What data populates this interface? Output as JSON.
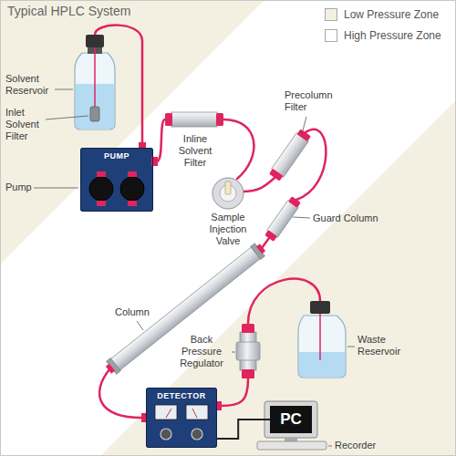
{
  "diagram": {
    "title": "Typical HPLC System",
    "nodes": [
      {
        "text": [
          "PUMP"
        ]
      },
      {
        "text": [
          "DETECTOR"
        ]
      },
      {
        "text": [
          "PC"
        ]
      }
    ],
    "edges": [
      {
        "from": 1,
        "to": 2,
        "arrow": "none"
      }
    ],
    "labels": [
      "Solvent Reservoir",
      "Inlet Solvent Filter",
      "Pump",
      "Inline Solvent Filter",
      "Sample Injection Valve",
      "Precolumn Filter",
      "Guard Column",
      "Column",
      "Back Pressure Regulator",
      "Waste Reservoir",
      "Recorder"
    ],
    "legend": [
      {
        "text": "Low Pressure Zone",
        "color": "#f3f0e2"
      },
      {
        "text": "High Pressure Zone",
        "color": "#ffffff"
      }
    ]
  }
}
